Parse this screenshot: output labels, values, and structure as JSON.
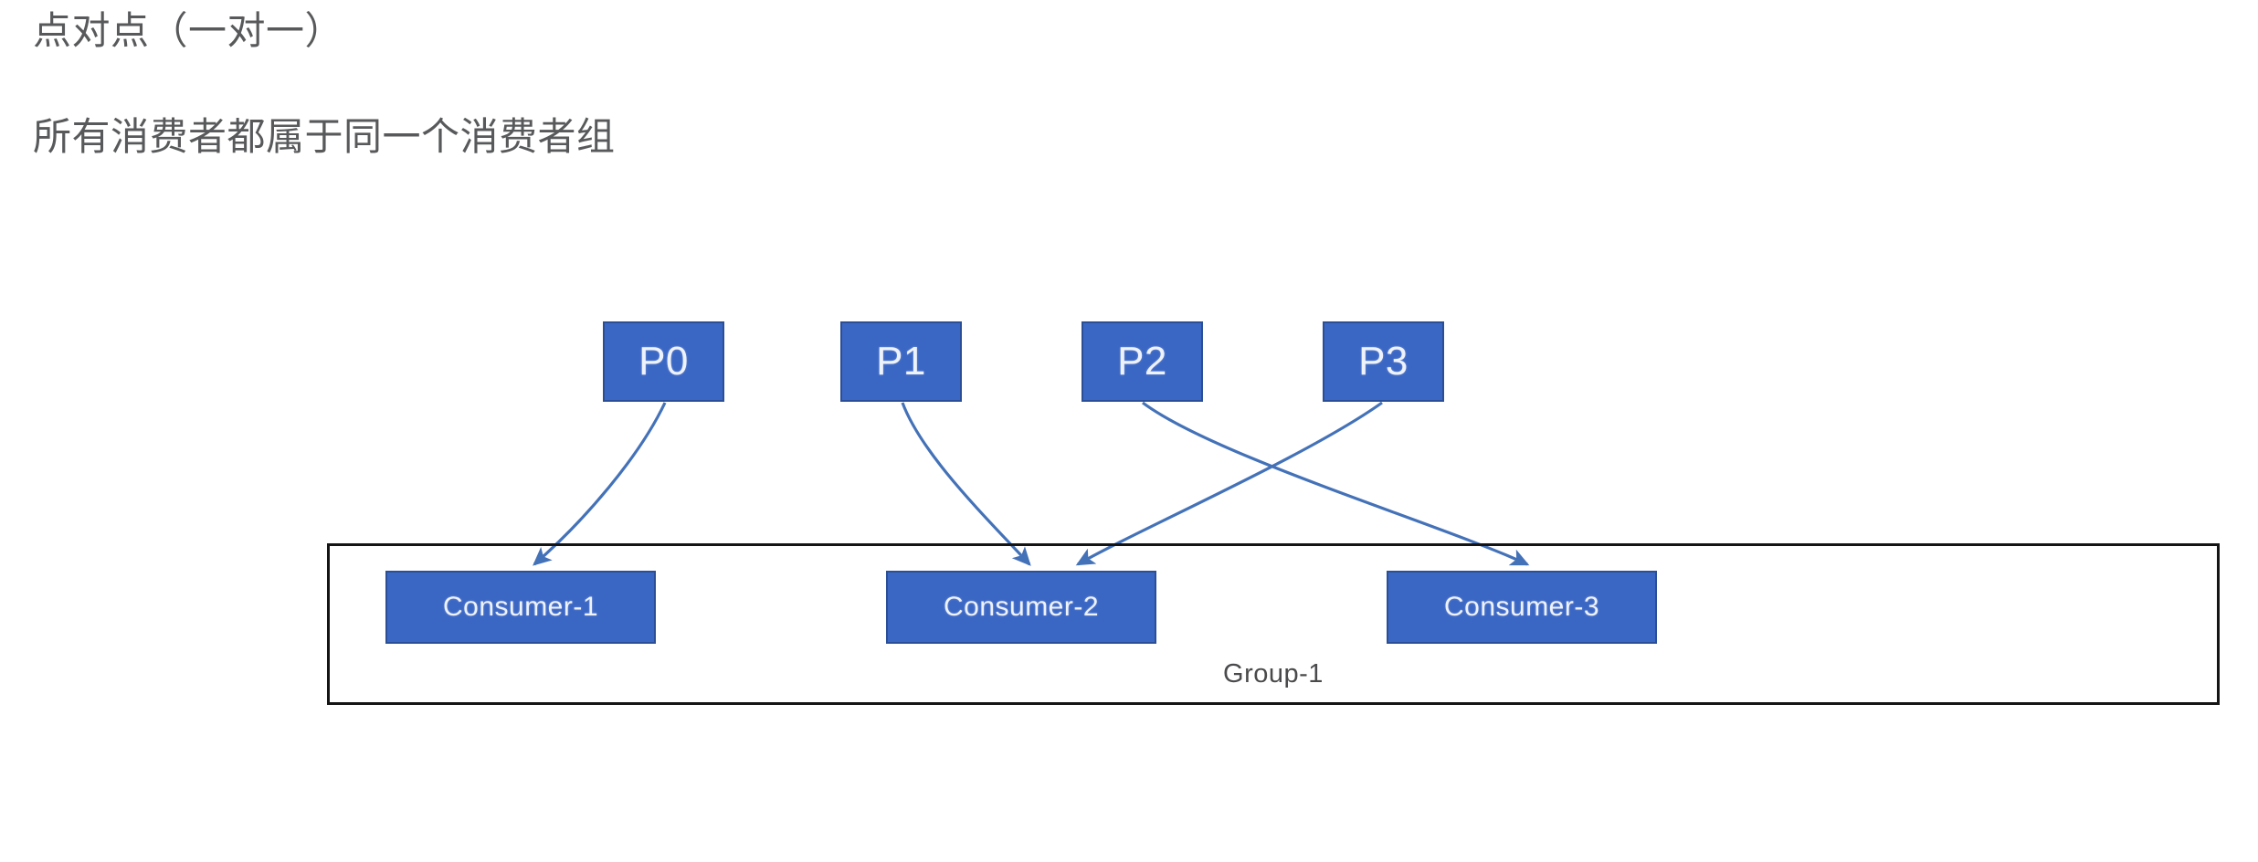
{
  "headings": {
    "title": "点对点（一对一）",
    "subtitle": "所有消费者都属于同一个消费者组"
  },
  "diagram": {
    "partitions": [
      {
        "id": "p0",
        "label": "P0"
      },
      {
        "id": "p1",
        "label": "P1"
      },
      {
        "id": "p2",
        "label": "P2"
      },
      {
        "id": "p3",
        "label": "P3"
      }
    ],
    "group": {
      "label": "Group-1",
      "consumers": [
        {
          "id": "c1",
          "label": "Consumer-1"
        },
        {
          "id": "c2",
          "label": "Consumer-2"
        },
        {
          "id": "c3",
          "label": "Consumer-3"
        }
      ]
    },
    "connections": [
      {
        "from": "P0",
        "to": "Consumer-1"
      },
      {
        "from": "P1",
        "to": "Consumer-2"
      },
      {
        "from": "P2",
        "to": "Consumer-3"
      },
      {
        "from": "P3",
        "to": "Consumer-2"
      }
    ],
    "colors": {
      "node_fill": "#3b67c4",
      "node_border": "#2b4f96",
      "node_text": "#eef2fb",
      "arrow": "#4472b8",
      "group_border": "#141414",
      "heading_text": "#58595b",
      "group_label_text": "#4a4a4c",
      "background": "#ffffff"
    }
  }
}
